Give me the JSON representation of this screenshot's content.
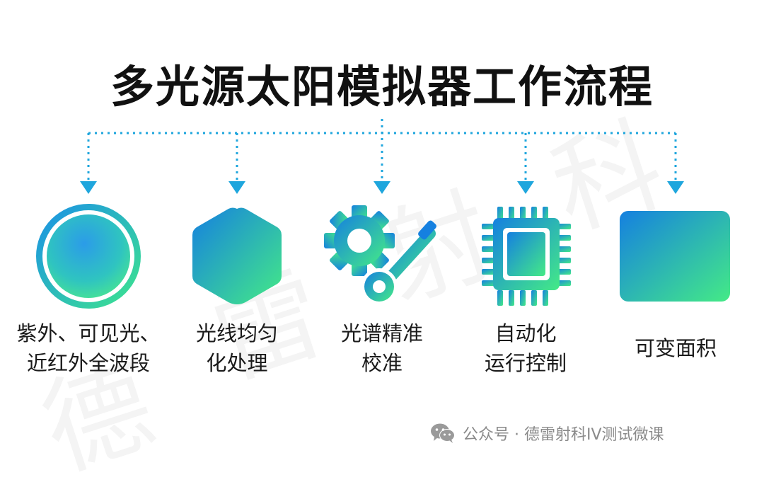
{
  "title": "多光源太阳模拟器工作流程",
  "steps": [
    {
      "line1": "紫外、可见光、",
      "line2": "近红外全波段",
      "icon": "circle-lens-icon"
    },
    {
      "line1": "光线均匀",
      "line2": "化处理",
      "icon": "hexagon-icon"
    },
    {
      "line1": "光谱精准",
      "line2": "校准",
      "icon": "gear-wrench-icon"
    },
    {
      "line1": "自动化",
      "line2": "运行控制",
      "icon": "chip-icon"
    },
    {
      "line1": "可变面积",
      "line2": "",
      "icon": "rounded-square-icon"
    }
  ],
  "footer": {
    "text": "公众号 · 德雷射科IV测试微课",
    "icon": "wechat-icon"
  },
  "watermark": {
    "chars": [
      "德",
      "雷",
      "射",
      "科"
    ]
  },
  "colors": {
    "gradient_start": "#1a8fe8",
    "gradient_end": "#3ee68c",
    "arrow": "#1fa6dd",
    "title": "#111111"
  }
}
